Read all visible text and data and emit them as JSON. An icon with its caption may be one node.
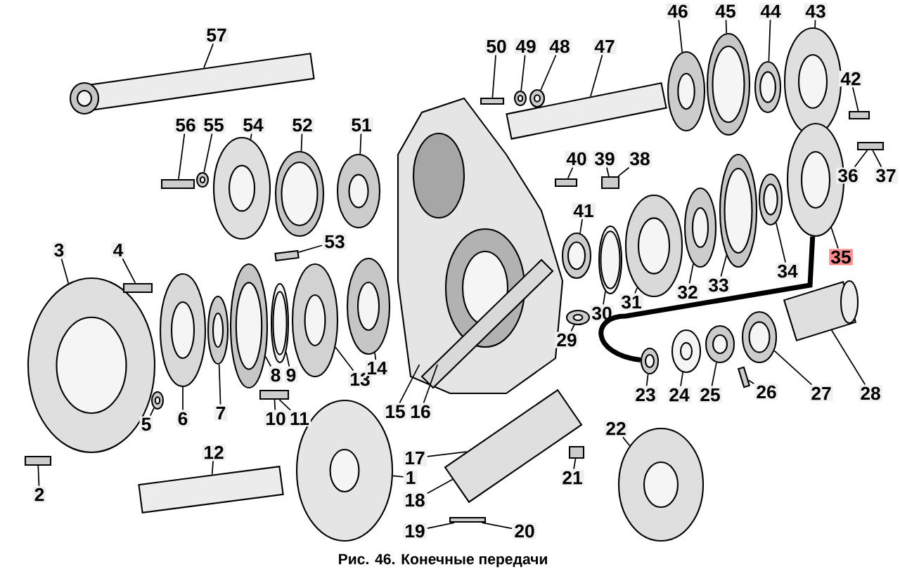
{
  "diagram": {
    "caption": "Рис. 46. Конечные передачи",
    "nodes": [
      {
        "text": [
          "1"
        ]
      },
      {
        "text": [
          "2"
        ]
      },
      {
        "text": [
          "3"
        ]
      },
      {
        "text": [
          "4"
        ]
      },
      {
        "text": [
          "5"
        ]
      },
      {
        "text": [
          "6"
        ]
      },
      {
        "text": [
          "7"
        ]
      },
      {
        "text": [
          "8"
        ]
      },
      {
        "text": [
          "9"
        ]
      },
      {
        "text": [
          "10"
        ]
      },
      {
        "text": [
          "11"
        ]
      },
      {
        "text": [
          "12"
        ]
      },
      {
        "text": [
          "13"
        ]
      },
      {
        "text": [
          "14"
        ]
      },
      {
        "text": [
          "15"
        ]
      },
      {
        "text": [
          "16"
        ]
      },
      {
        "text": [
          "17"
        ]
      },
      {
        "text": [
          "18"
        ]
      },
      {
        "text": [
          "19"
        ]
      },
      {
        "text": [
          "20"
        ]
      },
      {
        "text": [
          "21"
        ]
      },
      {
        "text": [
          "22"
        ]
      },
      {
        "text": [
          "23"
        ]
      },
      {
        "text": [
          "24"
        ]
      },
      {
        "text": [
          "25"
        ]
      },
      {
        "text": [
          "26"
        ]
      },
      {
        "text": [
          "27"
        ]
      },
      {
        "text": [
          "28"
        ]
      },
      {
        "text": [
          "29"
        ]
      },
      {
        "text": [
          "30"
        ]
      },
      {
        "text": [
          "31"
        ]
      },
      {
        "text": [
          "32"
        ]
      },
      {
        "text": [
          "33"
        ]
      },
      {
        "text": [
          "34"
        ]
      },
      {
        "text": [
          "35"
        ]
      },
      {
        "text": [
          "36"
        ]
      },
      {
        "text": [
          "37"
        ]
      },
      {
        "text": [
          "38"
        ]
      },
      {
        "text": [
          "39"
        ]
      },
      {
        "text": [
          "40"
        ]
      },
      {
        "text": [
          "41"
        ]
      },
      {
        "text": [
          "42"
        ]
      },
      {
        "text": [
          "43"
        ]
      },
      {
        "text": [
          "44"
        ]
      },
      {
        "text": [
          "45"
        ]
      },
      {
        "text": [
          "46"
        ]
      },
      {
        "text": [
          "47"
        ]
      },
      {
        "text": [
          "48"
        ]
      },
      {
        "text": [
          "49"
        ]
      },
      {
        "text": [
          "50"
        ]
      },
      {
        "text": [
          "51"
        ]
      },
      {
        "text": [
          "52"
        ]
      },
      {
        "text": [
          "53"
        ]
      },
      {
        "text": [
          "54"
        ]
      },
      {
        "text": [
          "55"
        ]
      },
      {
        "text": [
          "56"
        ]
      },
      {
        "text": [
          "57"
        ]
      },
      {
        "text": [],
        "shape": "bar"
      },
      {
        "text": [],
        "shape": "bar"
      },
      {
        "text": [],
        "shape": "ring"
      },
      {
        "text": [],
        "shape": "ring"
      },
      {
        "text": [],
        "shape": "ring"
      },
      {
        "text": [],
        "shape": "ring"
      },
      {
        "text": [],
        "shape": "bar"
      },
      {
        "text": [],
        "shape": "ring"
      },
      {
        "text": [],
        "shape": "ring"
      },
      {
        "text": [],
        "shape": "bar"
      },
      {
        "text": [],
        "shape": "ring"
      },
      {
        "text": [],
        "shape": "ring"
      },
      {
        "text": [],
        "shape": "ring"
      },
      {
        "text": [],
        "shape": "ring"
      },
      {
        "text": [],
        "shape": "bar"
      },
      {
        "text": [],
        "shape": "bar"
      },
      {
        "text": [],
        "shape": "bar"
      },
      {
        "text": [],
        "shape": "bar"
      },
      {
        "text": [],
        "shape": "ring"
      },
      {
        "text": [],
        "shape": "picture"
      },
      {
        "text": [],
        "shape": "bar"
      },
      {
        "text": [],
        "shape": "ring"
      },
      {
        "text": [],
        "shape": "bar"
      },
      {
        "text": [],
        "shape": "ring"
      },
      {
        "text": [],
        "shape": "ring"
      },
      {
        "text": [],
        "shape": "ring"
      },
      {
        "text": [],
        "shape": "ring"
      },
      {
        "text": [],
        "shape": "ring"
      },
      {
        "text": [],
        "shape": "ring"
      },
      {
        "text": [],
        "shape": "ring"
      },
      {
        "text": [],
        "shape": "ring"
      },
      {
        "text": [],
        "shape": "ring"
      },
      {
        "text": [],
        "shape": "ring"
      },
      {
        "text": [],
        "shape": "ring"
      },
      {
        "text": [],
        "shape": "ring"
      },
      {
        "text": [],
        "shape": "ring"
      },
      {
        "text": [],
        "shape": "ring"
      },
      {
        "text": [],
        "shape": "bar"
      },
      {
        "text": [],
        "shape": "cylinder"
      },
      {
        "text": [],
        "shape": "ring"
      },
      {
        "text": [],
        "shape": "ring"
      },
      {
        "text": [],
        "shape": "ring"
      },
      {
        "text": [],
        "shape": "ring"
      },
      {
        "text": [],
        "shape": "bar"
      },
      {
        "text": [],
        "shape": "bar"
      },
      {
        "text": [],
        "shape": "ring"
      },
      {
        "text": [],
        "shape": "bar"
      },
      {
        "text": [],
        "shape": "box"
      },
      {
        "text": [],
        "shape": "bar"
      },
      {
        "text": [],
        "shape": "ring"
      },
      {
        "text": [],
        "shape": "bar"
      }
    ],
    "edges": [
      {
        "from": 0,
        "to": 102,
        "arrow": "none"
      },
      {
        "from": 1,
        "to": 103,
        "arrow": "none"
      },
      {
        "from": 2,
        "to": 78,
        "arrow": "none"
      },
      {
        "from": 3,
        "to": 79,
        "arrow": "none"
      },
      {
        "from": 4,
        "to": 80,
        "arrow": "none"
      },
      {
        "from": 5,
        "to": 81,
        "arrow": "none"
      },
      {
        "from": 6,
        "to": 82,
        "arrow": "none"
      },
      {
        "from": 7,
        "to": 83,
        "arrow": "none"
      },
      {
        "from": 8,
        "to": 84,
        "arrow": "none"
      },
      {
        "from": 9,
        "to": 94,
        "arrow": "none"
      },
      {
        "from": 10,
        "to": 94,
        "arrow": "none"
      },
      {
        "from": 11,
        "to": 101,
        "arrow": "none"
      },
      {
        "from": 12,
        "to": 85,
        "arrow": "none"
      },
      {
        "from": 13,
        "to": 86,
        "arrow": "none"
      },
      {
        "from": 14,
        "to": 76,
        "arrow": "none"
      },
      {
        "from": 15,
        "to": 76,
        "arrow": "none"
      },
      {
        "from": 16,
        "to": 104,
        "arrow": "none"
      },
      {
        "from": 17,
        "to": 104,
        "arrow": "none"
      },
      {
        "from": 18,
        "to": 107,
        "arrow": "none"
      },
      {
        "from": 19,
        "to": 107,
        "arrow": "none"
      },
      {
        "from": 20,
        "to": 105,
        "arrow": "none"
      },
      {
        "from": 21,
        "to": 106,
        "arrow": "none"
      },
      {
        "from": 22,
        "to": 97,
        "arrow": "none"
      },
      {
        "from": 23,
        "to": 98,
        "arrow": "none"
      },
      {
        "from": 24,
        "to": 99,
        "arrow": "none"
      },
      {
        "from": 25,
        "to": 100,
        "arrow": "none"
      },
      {
        "from": 26,
        "to": 96,
        "arrow": "none"
      },
      {
        "from": 27,
        "to": 95,
        "arrow": "none"
      },
      {
        "from": 28,
        "to": 93,
        "arrow": "none"
      },
      {
        "from": 29,
        "to": 88,
        "arrow": "none"
      },
      {
        "from": 30,
        "to": 89,
        "arrow": "none"
      },
      {
        "from": 31,
        "to": 90,
        "arrow": "none"
      },
      {
        "from": 32,
        "to": 91,
        "arrow": "none"
      },
      {
        "from": 33,
        "to": 92,
        "arrow": "none"
      },
      {
        "from": 34,
        "to": 75,
        "arrow": "none"
      },
      {
        "from": 35,
        "to": 74,
        "arrow": "none"
      },
      {
        "from": 36,
        "to": 74,
        "arrow": "none"
      },
      {
        "from": 37,
        "to": 73,
        "arrow": "none"
      },
      {
        "from": 38,
        "to": 73,
        "arrow": "none"
      },
      {
        "from": 39,
        "to": 72,
        "arrow": "none"
      },
      {
        "from": 40,
        "to": 87,
        "arrow": "none"
      },
      {
        "from": 41,
        "to": 71,
        "arrow": "none"
      },
      {
        "from": 42,
        "to": 70,
        "arrow": "none"
      },
      {
        "from": 43,
        "to": 69,
        "arrow": "none"
      },
      {
        "from": 44,
        "to": 68,
        "arrow": "none"
      },
      {
        "from": 45,
        "to": 67,
        "arrow": "none"
      },
      {
        "from": 46,
        "to": 66,
        "arrow": "none"
      },
      {
        "from": 47,
        "to": 65,
        "arrow": "none"
      },
      {
        "from": 48,
        "to": 64,
        "arrow": "none"
      },
      {
        "from": 49,
        "to": 63,
        "arrow": "none"
      },
      {
        "from": 50,
        "to": 62,
        "arrow": "none"
      },
      {
        "from": 51,
        "to": 61,
        "arrow": "none"
      },
      {
        "from": 52,
        "to": 77,
        "arrow": "none"
      },
      {
        "from": 53,
        "to": 60,
        "arrow": "none"
      },
      {
        "from": 54,
        "to": 59,
        "arrow": "none"
      },
      {
        "from": 55,
        "to": 58,
        "arrow": "none"
      },
      {
        "from": 56,
        "to": 57,
        "arrow": "none"
      },
      {
        "from": 97,
        "to": 75,
        "arrow": "none",
        "style": "thick"
      }
    ]
  }
}
